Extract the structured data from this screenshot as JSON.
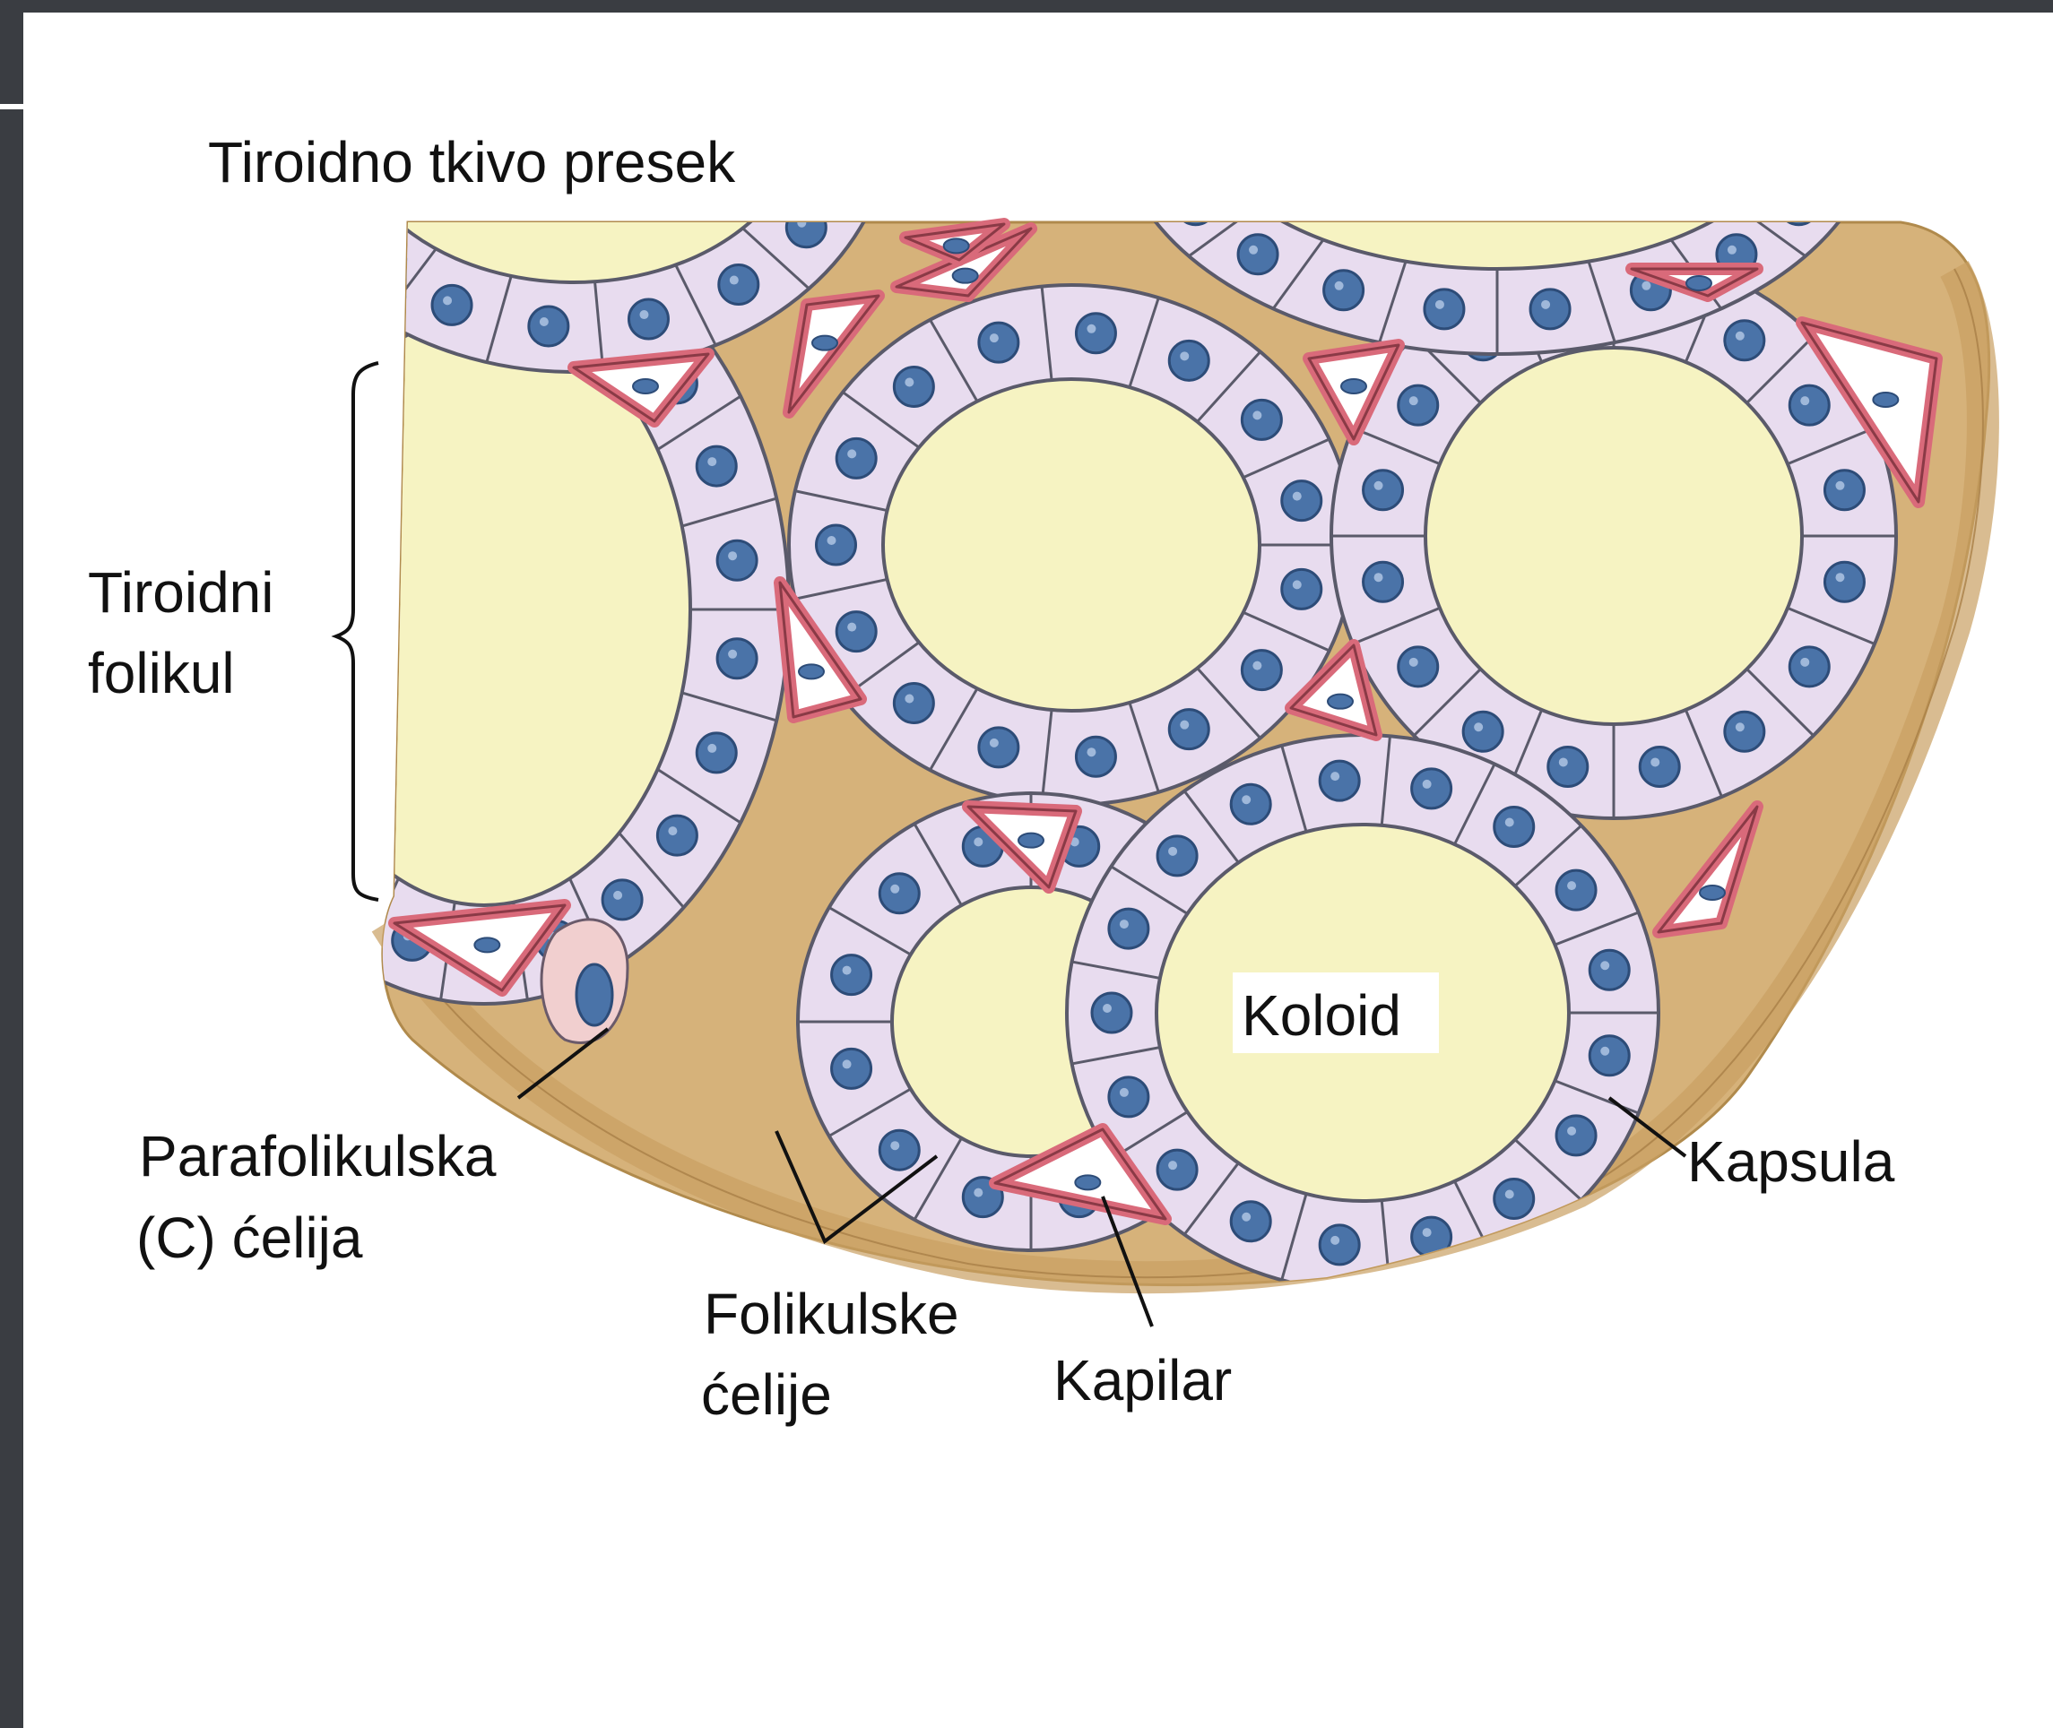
{
  "title": "Tiroidno tkivo presek",
  "labels": {
    "follicle_line1": "Tiroidni",
    "follicle_line2": "folikul",
    "parafollicular_line1": "Parafolikulska",
    "parafollicular_line2": "(C) ćelija",
    "follicular_line1": "Folikulske",
    "follicular_line2": "ćelije",
    "capillary": "Kapilar",
    "capsule": "Kapsula",
    "colloid": "Koloid"
  },
  "colors": {
    "colloid": "#f6f3c2",
    "cell": "#e8dcef",
    "cell_border": "#5a5a6a",
    "nucleus": "#4a73a8",
    "stroma": "#d6b27a",
    "capillary_wall": "#d96a7a",
    "parafollicular": "#f1cfcf",
    "frame": "#3a3d42"
  }
}
